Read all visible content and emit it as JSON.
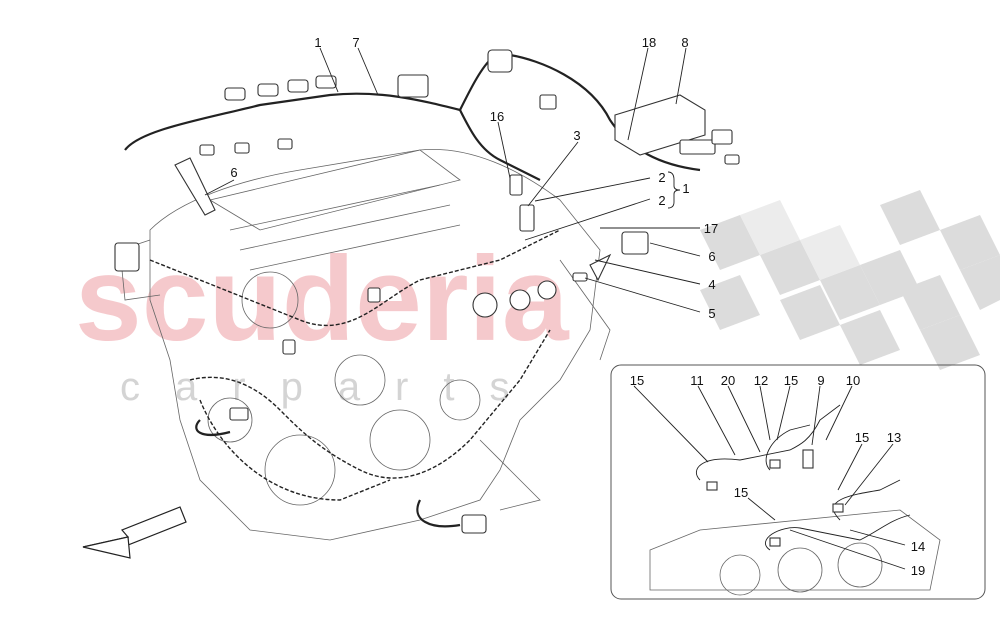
{
  "watermark": {
    "brand": "scuderia",
    "sub": "c a r   p a r t s",
    "brand_color": "#f2b8bd",
    "sub_color": "#d0d0d0",
    "flag_color": "#d8d8d8"
  },
  "callouts": {
    "main": [
      "1",
      "7",
      "18",
      "8",
      "16",
      "3",
      "2",
      "2",
      "1",
      "6",
      "17",
      "6",
      "4",
      "5"
    ],
    "inset": [
      "15",
      "11",
      "20",
      "12",
      "15",
      "9",
      "10",
      "15",
      "13",
      "15",
      "14",
      "19"
    ]
  },
  "icons": {
    "direction_arrow": "arrow-front-left-icon"
  }
}
